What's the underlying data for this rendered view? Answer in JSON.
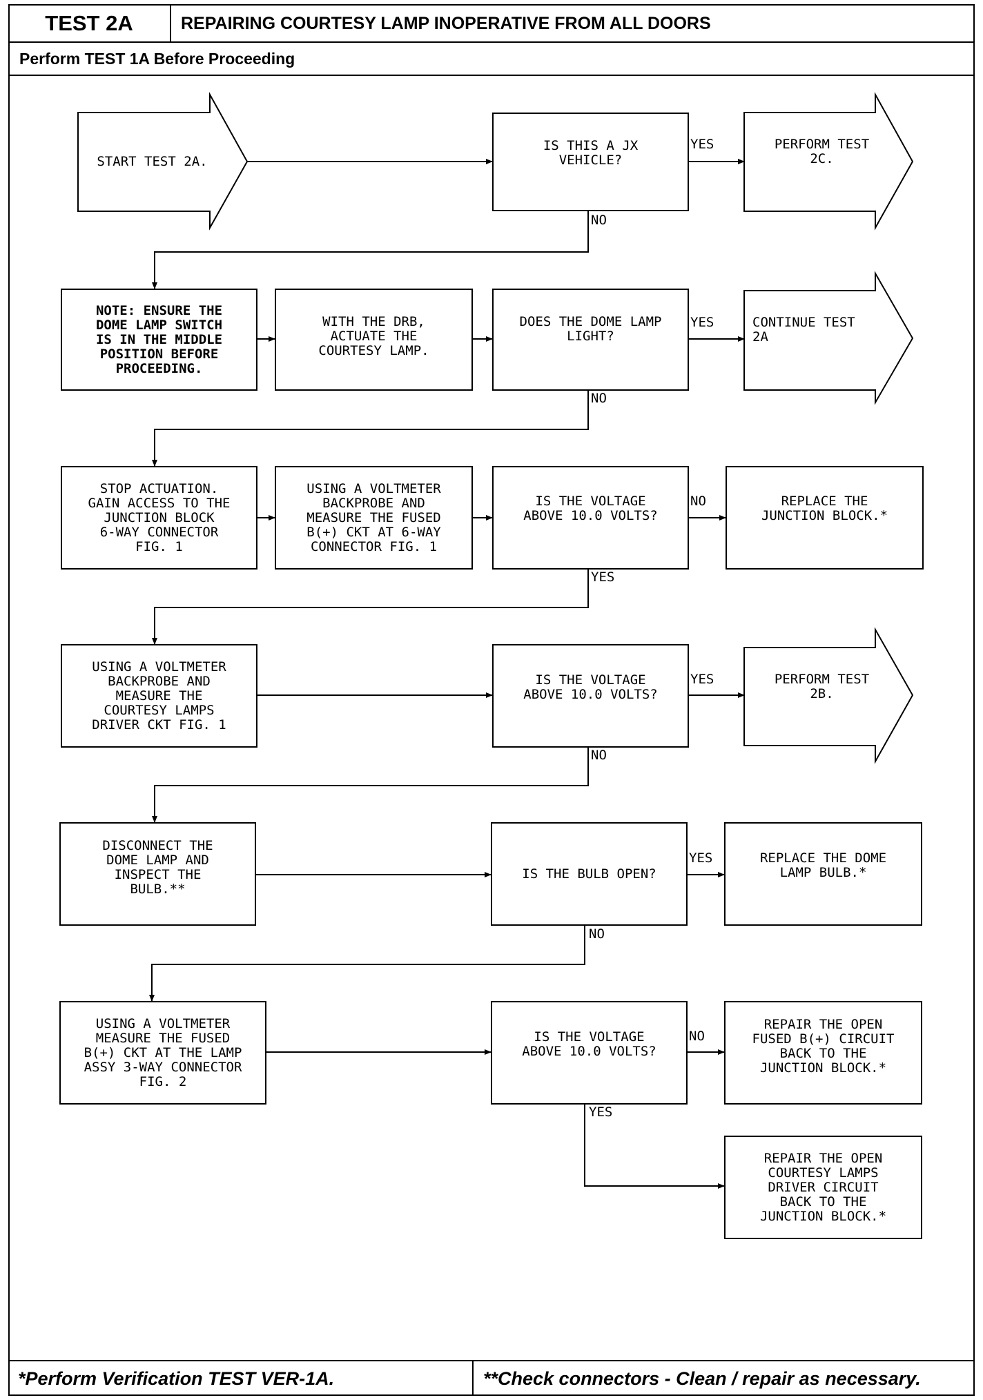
{
  "header": {
    "test_id": "TEST 2A",
    "title": "REPAIRING COURTESY LAMP INOPERATIVE FROM ALL DOORS",
    "subtitle": "Perform TEST 1A Before Proceeding"
  },
  "flow": {
    "start": "START TEST 2A.",
    "q_jx": "IS THIS A JX\nVEHICLE?",
    "perform_2c": "PERFORM TEST\n2C.",
    "note": "NOTE: ENSURE THE\nDOME LAMP SWITCH\nIS IN THE MIDDLE\nPOSITION BEFORE\nPROCEEDING.",
    "actuate": "WITH THE DRB,\nACTUATE THE\nCOURTESY LAMP.",
    "q_dome": "DOES THE DOME LAMP\nLIGHT?",
    "continue_2a": "CONTINUE TEST\n2A",
    "stop": "STOP ACTUATION.\nGAIN ACCESS TO THE\nJUNCTION BLOCK\n6-WAY CONNECTOR\nFIG. 1",
    "measure_fused": "USING A VOLTMETER\nBACKPROBE AND\nMEASURE THE FUSED\nB(+) CKT AT 6-WAY\nCONNECTOR  FIG. 1",
    "q_volt_1": "IS THE VOLTAGE\nABOVE 10.0 VOLTS?",
    "replace_jb": "REPLACE THE\nJUNCTION BLOCK.*",
    "measure_driver": "USING A VOLTMETER\nBACKPROBE AND\nMEASURE THE\nCOURTESY LAMPS\nDRIVER CKT  FIG. 1",
    "q_volt_2": "IS THE VOLTAGE\nABOVE 10.0 VOLTS?",
    "perform_2b": "PERFORM TEST\n2B.",
    "disconnect": "DISCONNECT THE\nDOME LAMP AND\nINSPECT THE\nBULB.**",
    "q_bulb": "IS THE BULB OPEN?",
    "replace_bulb": "REPLACE THE DOME\nLAMP BULB.*",
    "measure_lamp": "USING A VOLTMETER\nMEASURE THE FUSED\nB(+) CKT AT THE LAMP\nASSY 3-WAY CONNECTOR\nFIG. 2",
    "q_volt_3": "IS THE VOLTAGE\nABOVE 10.0 VOLTS?",
    "repair_fused": "REPAIR THE OPEN\nFUSED B(+) CIRCUIT\nBACK TO THE\nJUNCTION BLOCK.*",
    "repair_driver": "REPAIR THE OPEN\nCOURTESY LAMPS\nDRIVER CIRCUIT\nBACK TO THE\nJUNCTION BLOCK.*"
  },
  "labels": {
    "yes": "YES",
    "no": "NO"
  },
  "footer": {
    "left": "*Perform Verification TEST VER-1A.",
    "right": "**Check connectors - Clean / repair as necessary."
  }
}
